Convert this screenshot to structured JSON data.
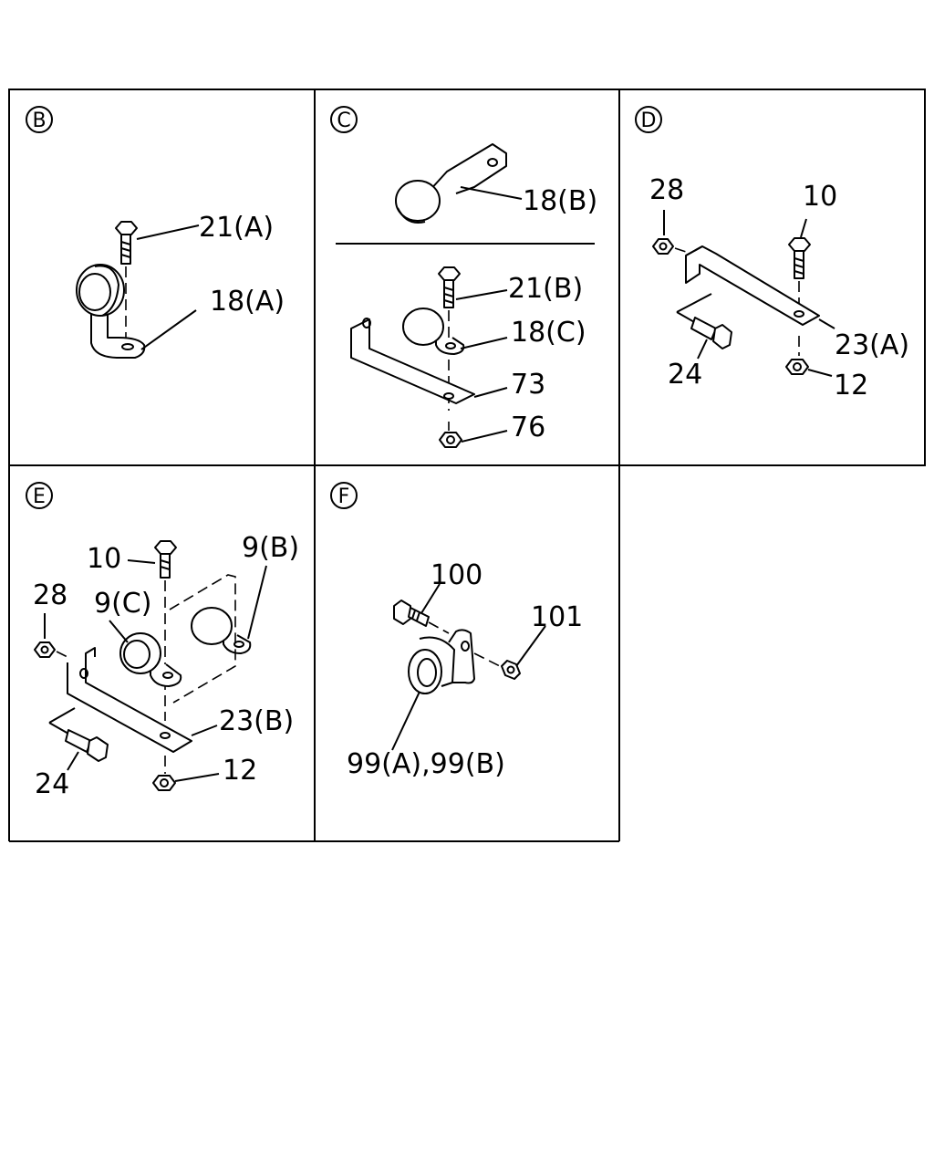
{
  "panels": {
    "B": {
      "letter": "B",
      "labels": [
        "21(A)",
        "18(A)"
      ]
    },
    "C": {
      "letter": "C",
      "labels": [
        "18(B)",
        "21(B)",
        "18(C)",
        "73",
        "76"
      ]
    },
    "D": {
      "letter": "D",
      "labels": [
        "28",
        "10",
        "23(A)",
        "24",
        "12"
      ]
    },
    "E": {
      "letter": "E",
      "labels": [
        "10",
        "9(B)",
        "28",
        "9(C)",
        "23(B)",
        "24",
        "12"
      ]
    },
    "F": {
      "letter": "F",
      "labels": [
        "100",
        "101",
        "99(A),99(B)"
      ]
    }
  },
  "colors": {
    "line": "#000000",
    "background": "#ffffff"
  }
}
